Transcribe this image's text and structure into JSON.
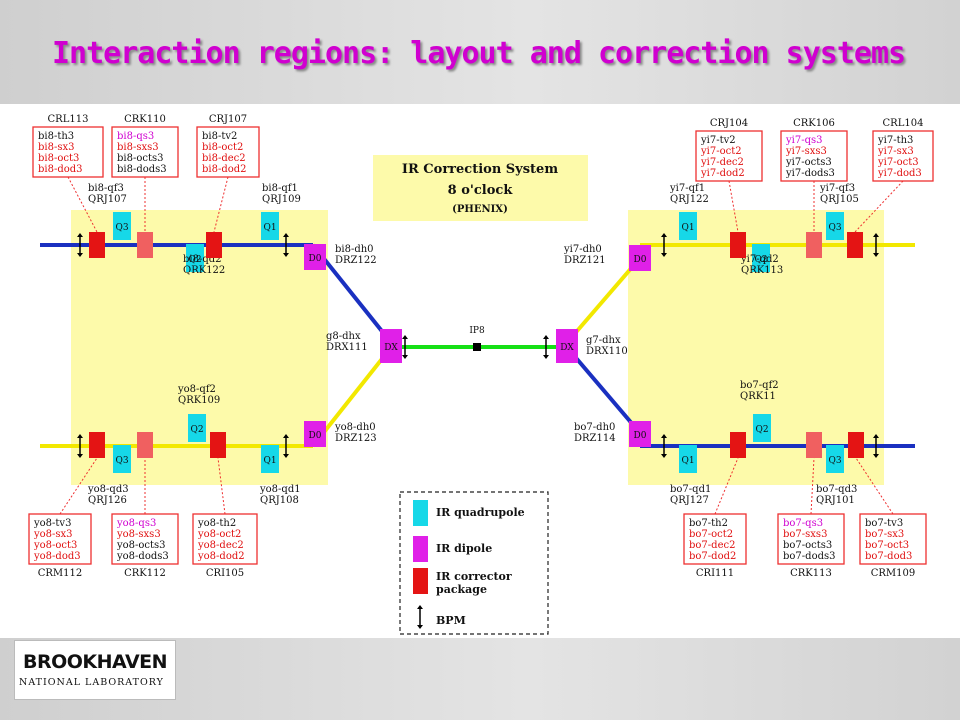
{
  "slide": {
    "title": "Interaction regions: layout and correction systems"
  },
  "title_box": {
    "line1": "IR Correction System",
    "line2": "8 o'clock",
    "line3": "(PHENIX)"
  },
  "ip_label": "IP8",
  "colors": {
    "title": "#d000d0",
    "zone": "#fdfaaa",
    "ring_blue": "#1a30c0",
    "ring_yellow": "#f2e800",
    "drift": "#16e016",
    "quadrupole": "#16d8e8",
    "dipole": "#e020e8",
    "corrector": "#e41414",
    "corrector_soft": "#f06060",
    "dashed_frame": "#ee3030"
  },
  "magnets": {
    "dipoles": [
      {
        "id": "D0-bi8",
        "label": "D0",
        "name": "bi8-dh0",
        "code": "DRZ122"
      },
      {
        "id": "D0-yo8",
        "label": "D0",
        "name": "yo8-dh0",
        "code": "DRZ123"
      },
      {
        "id": "DX-8",
        "label": "DX",
        "name": "g8-dhx",
        "code": "DRX111"
      },
      {
        "id": "DX-7",
        "label": "DX",
        "name": "g7-dhx",
        "code": "DRX110"
      },
      {
        "id": "D0-yi7",
        "label": "D0",
        "name": "yi7-dh0",
        "code": "DRZ121"
      },
      {
        "id": "D0-bo7",
        "label": "D0",
        "name": "bo7-dh0",
        "code": "DRZ114"
      }
    ],
    "quads": [
      {
        "label": "Q3",
        "name": "bi8-qf3",
        "code": "QRJ107"
      },
      {
        "label": "Q2",
        "name": "bi8-qd2",
        "code": "QRK122"
      },
      {
        "label": "Q1",
        "name": "bi8-qf1",
        "code": "QRJ109"
      },
      {
        "label": "Q3",
        "name": "yo8-qd3",
        "code": "QRJ126"
      },
      {
        "label": "Q2",
        "name": "yo8-qf2",
        "code": "QRK109"
      },
      {
        "label": "Q1",
        "name": "yo8-qd1",
        "code": "QRJ108"
      },
      {
        "label": "Q1",
        "name": "yi7-qf1",
        "code": "QRJ122"
      },
      {
        "label": "Q2",
        "name": "yi7-qd2",
        "code": "QRK113"
      },
      {
        "label": "Q3",
        "name": "yi7-qf3",
        "code": "QRJ105"
      },
      {
        "label": "Q1",
        "name": "bo7-qd1",
        "code": "QRJ127"
      },
      {
        "label": "Q2",
        "name": "bo7-qf2",
        "code": "QRK11"
      },
      {
        "label": "Q3",
        "name": "bo7-qd3",
        "code": "QRJ101"
      }
    ]
  },
  "corrector_packages": [
    {
      "id": "CRL113",
      "lines": [
        {
          "t": "bi8-th3"
        },
        {
          "t": "bi8-sx3",
          "c": "red"
        },
        {
          "t": "bi8-oct3",
          "c": "red"
        },
        {
          "t": "bi8-dod3",
          "c": "red"
        }
      ]
    },
    {
      "id": "CRK110",
      "lines": [
        {
          "t": "bi8-qs3",
          "c": "magenta"
        },
        {
          "t": "bi8-sxs3",
          "c": "red"
        },
        {
          "t": "bi8-octs3"
        },
        {
          "t": "bi8-dods3"
        }
      ]
    },
    {
      "id": "CRJ107",
      "lines": [
        {
          "t": "bi8-tv2"
        },
        {
          "t": "bi8-oct2",
          "c": "red"
        },
        {
          "t": "bi8-dec2",
          "c": "red"
        },
        {
          "t": "bi8-dod2",
          "c": "red"
        }
      ]
    },
    {
      "id": "CRJ104",
      "lines": [
        {
          "t": "yi7-tv2"
        },
        {
          "t": "yi7-oct2",
          "c": "red"
        },
        {
          "t": "yi7-dec2",
          "c": "red"
        },
        {
          "t": "yi7-dod2",
          "c": "red"
        }
      ]
    },
    {
      "id": "CRK106",
      "lines": [
        {
          "t": "yi7-qs3",
          "c": "magenta"
        },
        {
          "t": "yi7-sxs3",
          "c": "red"
        },
        {
          "t": "yi7-octs3"
        },
        {
          "t": "yi7-dods3"
        }
      ]
    },
    {
      "id": "CRL104",
      "lines": [
        {
          "t": "yi7-th3"
        },
        {
          "t": "yi7-sx3",
          "c": "red"
        },
        {
          "t": "yi7-oct3",
          "c": "red"
        },
        {
          "t": "yi7-dod3",
          "c": "red"
        }
      ]
    },
    {
      "id": "CRM112",
      "lines": [
        {
          "t": "yo8-tv3"
        },
        {
          "t": "yo8-sx3",
          "c": "red"
        },
        {
          "t": "yo8-oct3",
          "c": "red"
        },
        {
          "t": "yo8-dod3",
          "c": "red"
        }
      ]
    },
    {
      "id": "CRK112",
      "lines": [
        {
          "t": "yo8-qs3",
          "c": "magenta"
        },
        {
          "t": "yo8-sxs3",
          "c": "red"
        },
        {
          "t": "yo8-octs3"
        },
        {
          "t": "yo8-dods3"
        }
      ]
    },
    {
      "id": "CRI105",
      "lines": [
        {
          "t": "yo8-th2"
        },
        {
          "t": "yo8-oct2",
          "c": "red"
        },
        {
          "t": "yo8-dec2",
          "c": "red"
        },
        {
          "t": "yo8-dod2",
          "c": "red"
        }
      ]
    },
    {
      "id": "CRI111",
      "lines": [
        {
          "t": "bo7-th2"
        },
        {
          "t": "bo7-oct2",
          "c": "red"
        },
        {
          "t": "bo7-dec2",
          "c": "red"
        },
        {
          "t": "bo7-dod2",
          "c": "red"
        }
      ]
    },
    {
      "id": "CRK113",
      "lines": [
        {
          "t": "bo7-qs3",
          "c": "magenta"
        },
        {
          "t": "bo7-sxs3",
          "c": "red"
        },
        {
          "t": "bo7-octs3"
        },
        {
          "t": "bo7-dods3"
        }
      ]
    },
    {
      "id": "CRM109",
      "lines": [
        {
          "t": "bo7-tv3"
        },
        {
          "t": "bo7-sx3",
          "c": "red"
        },
        {
          "t": "bo7-oct3",
          "c": "red"
        },
        {
          "t": "bo7-dod3",
          "c": "red"
        }
      ]
    }
  ],
  "legend": [
    {
      "id": "quad",
      "label": "IR quadrupole",
      "swatch": "quadrupole"
    },
    {
      "id": "dipole",
      "label": "IR dipole",
      "swatch": "dipole"
    },
    {
      "id": "corrector",
      "label": "IR corrector package",
      "swatch": "corrector"
    },
    {
      "id": "bpm",
      "label": "BPM",
      "swatch": "bpm"
    }
  ],
  "logo": {
    "main": "BROOKHAVEN",
    "sub": "NATIONAL LABORATORY"
  }
}
